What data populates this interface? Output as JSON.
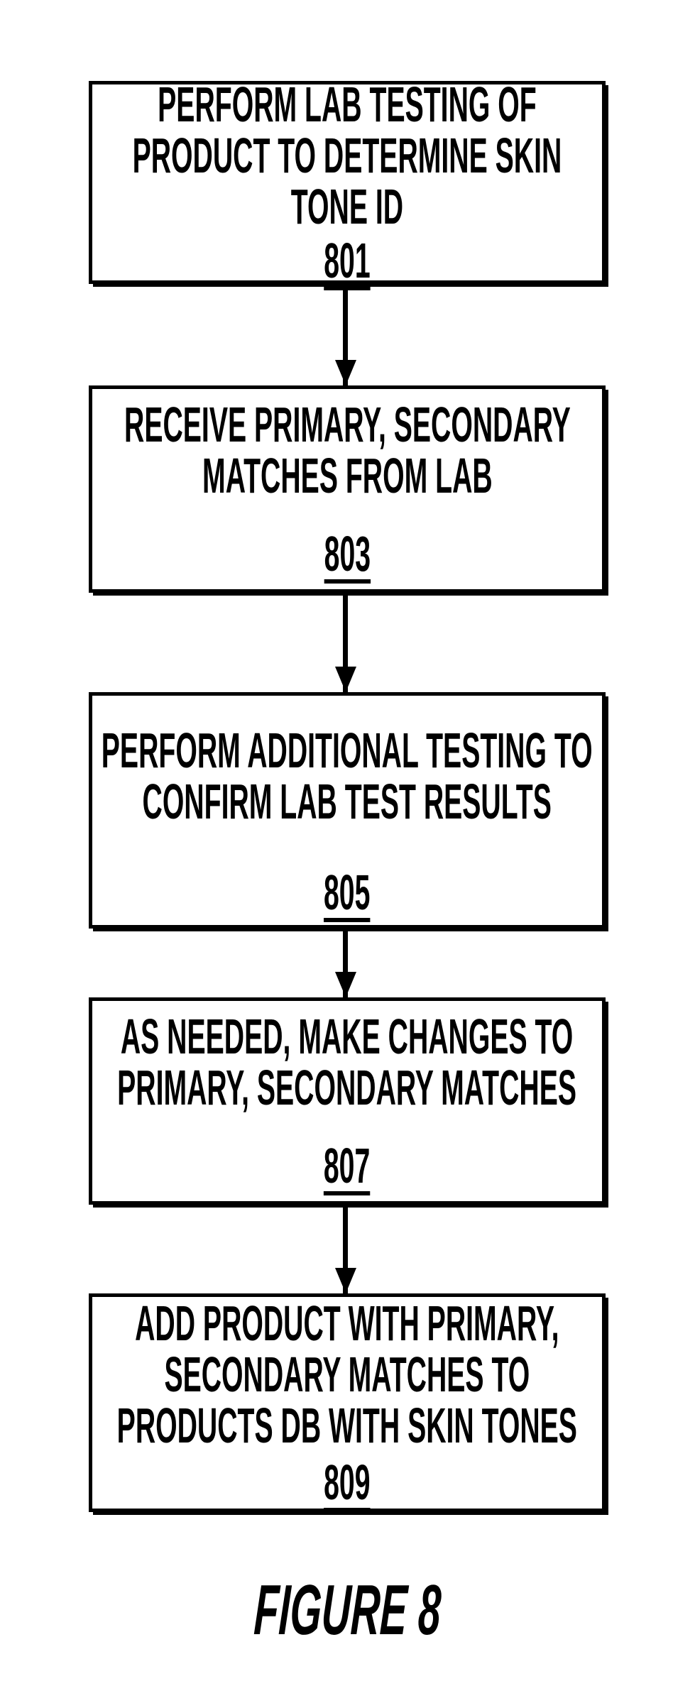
{
  "figure": {
    "caption": "FIGURE 8"
  },
  "flowchart": {
    "boxes": [
      {
        "label": "PERFORM LAB TESTING OF\nPRODUCT TO DETERMINE SKIN\nTONE ID",
        "ref": "801"
      },
      {
        "label": "RECEIVE PRIMARY, SECONDARY\nMATCHES FROM LAB",
        "ref": "803"
      },
      {
        "label": "PERFORM ADDITIONAL TESTING TO\nCONFIRM LAB TEST RESULTS",
        "ref": "805"
      },
      {
        "label": "AS NEEDED, MAKE CHANGES TO\nPRIMARY, SECONDARY MATCHES",
        "ref": "807"
      },
      {
        "label": "ADD PRODUCT WITH PRIMARY,\nSECONDARY MATCHES TO\nPRODUCTS DB WITH SKIN TONES",
        "ref": "809"
      }
    ]
  },
  "colors": {
    "ink": "#000000",
    "background": "#ffffff"
  }
}
